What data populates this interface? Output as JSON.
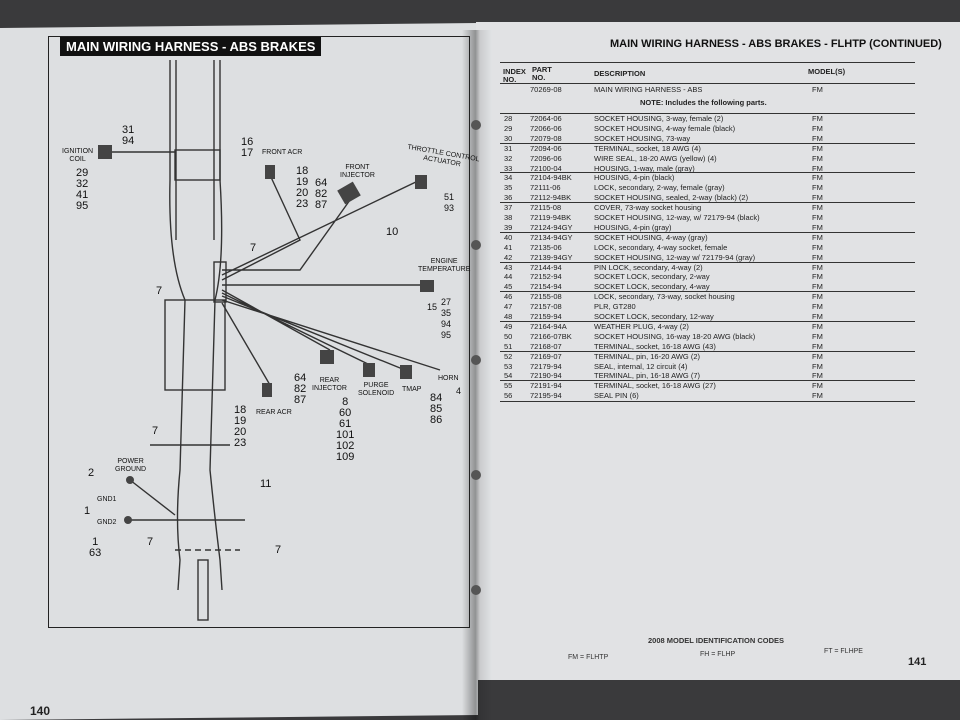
{
  "left_page": {
    "title": "MAIN WIRING HARNESS - ABS BRAKES",
    "page_number": "140",
    "callouts": {
      "c_31_94": "31\n94",
      "ignition_coil": "IGNITION\nCOIL",
      "c_29": "29\n32\n41\n95",
      "c_16_17": "16\n17",
      "front_acr": "FRONT ACR",
      "c_18_front": "18\n19\n20\n23",
      "c_64_front": "64\n82\n87",
      "front_injector": "FRONT\nINJECTOR",
      "throttle": "THROTTLE CONTROL\nACTUATOR",
      "c_51_93": "51\n93",
      "c_10": "10",
      "c_7a": "7",
      "engine_temp": "ENGINE\nTEMPERATURE",
      "c_15": "15",
      "c_27": "27\n35\n94\n95",
      "c_7b": "7",
      "c_64_rear": "64\n82\n87",
      "rear_injector": "REAR\nINJECTOR",
      "purge": "PURGE\nSOLENOID",
      "tmap": "TMAP",
      "horn": "HORN",
      "c_4": "4",
      "c_84": "84\n85\n86",
      "c_8": "8\n60\n61\n101\n102\n109",
      "c_18_rear": "18\n19\n20\n23",
      "rear_acr": "REAR ACR",
      "c_7c": "7",
      "power_ground": "POWER\nGROUND",
      "c_2": "2",
      "gnd1": "GND1",
      "c_1": "1",
      "gnd2": "GND2",
      "c_1_63": "1\n63",
      "c_11": "11",
      "c_7d": "7",
      "c_7e": "7"
    }
  },
  "right_page": {
    "title": "MAIN WIRING HARNESS - ABS BRAKES - FLHTP (CONTINUED)",
    "page_number": "141",
    "columns": {
      "index": "INDEX\nNO.",
      "part": "PART\nNO.",
      "description": "DESCRIPTION",
      "models": "MODEL(S)"
    },
    "main_item": {
      "part": "70269-08",
      "description": "MAIN WIRING HARNESS - ABS",
      "model": "FM"
    },
    "note": "NOTE: Includes the following parts.",
    "rows": [
      [
        "28",
        "72064-06",
        "SOCKET HOUSING, 3-way, female (2)",
        "FM"
      ],
      [
        "29",
        "72066-06",
        "SOCKET HOUSING, 4-way female (black)",
        "FM"
      ],
      [
        "30",
        "72079-08",
        "SOCKET HOUSING, 73-way",
        "FM"
      ],
      [
        "31",
        "72094-06",
        "TERMINAL, socket, 18 AWG (4)",
        "FM"
      ],
      [
        "32",
        "72096-06",
        "WIRE SEAL, 18-20 AWG (yellow) (4)",
        "FM"
      ],
      [
        "33",
        "72100-04",
        "HOUSING, 1-way, male (gray)",
        "FM"
      ],
      [
        "34",
        "72104-94BK",
        "HOUSING, 4-pin (black)",
        "FM"
      ],
      [
        "35",
        "72111-06",
        "LOCK, secondary, 2-way, female (gray)",
        "FM"
      ],
      [
        "36",
        "72112-94BK",
        "SOCKET HOUSING, sealed, 2-way (black) (2)",
        "FM"
      ],
      [
        "37",
        "72115-08",
        "COVER, 73-way socket housing",
        "FM"
      ],
      [
        "38",
        "72119-94BK",
        "SOCKET HOUSING, 12-way, w/ 72179-94 (black)",
        "FM"
      ],
      [
        "39",
        "72124-94GY",
        "HOUSING, 4-pin (gray)",
        "FM"
      ],
      [
        "40",
        "72134-94GY",
        "SOCKET HOUSING, 4-way (gray)",
        "FM"
      ],
      [
        "41",
        "72135-06",
        "LOCK, secondary, 4-way socket, female",
        "FM"
      ],
      [
        "42",
        "72139-94GY",
        "SOCKET HOUSING, 12-way w/ 72179-94 (gray)",
        "FM"
      ],
      [
        "43",
        "72144-94",
        "PIN LOCK, secondary, 4-way (2)",
        "FM"
      ],
      [
        "44",
        "72152-94",
        "SOCKET LOCK, secondary, 2-way",
        "FM"
      ],
      [
        "45",
        "72154-94",
        "SOCKET LOCK, secondary, 4-way",
        "FM"
      ],
      [
        "46",
        "72155-08",
        "LOCK, secondary, 73-way, socket housing",
        "FM"
      ],
      [
        "47",
        "72157-08",
        "PLR, GT280",
        "FM"
      ],
      [
        "48",
        "72159-94",
        "SOCKET LOCK, secondary, 12-way",
        "FM"
      ],
      [
        "49",
        "72164-94A",
        "WEATHER PLUG, 4-way (2)",
        "FM"
      ],
      [
        "50",
        "72166-07BK",
        "SOCKET HOUSING, 16-way 18-20 AWG (black)",
        "FM"
      ],
      [
        "51",
        "72168-07",
        "TERMINAL, socket, 16-18 AWG (43)",
        "FM"
      ],
      [
        "52",
        "72169-07",
        "TERMINAL, pin, 16-20 AWG (2)",
        "FM"
      ],
      [
        "53",
        "72179-94",
        "SEAL, internal, 12 circuit (4)",
        "FM"
      ],
      [
        "54",
        "72190-94",
        "TERMINAL, pin, 16-18 AWG (7)",
        "FM"
      ],
      [
        "55",
        "72191-94",
        "TERMINAL, socket, 16-18 AWG (27)",
        "FM"
      ],
      [
        "56",
        "72195-94",
        "SEAL PIN (6)",
        "FM"
      ]
    ],
    "footer": {
      "title": "2008 MODEL IDENTIFICATION CODES",
      "fm": "FM = FLHTP",
      "fh": "FH = FLHP",
      "ft": "FT = FLHPE"
    }
  }
}
